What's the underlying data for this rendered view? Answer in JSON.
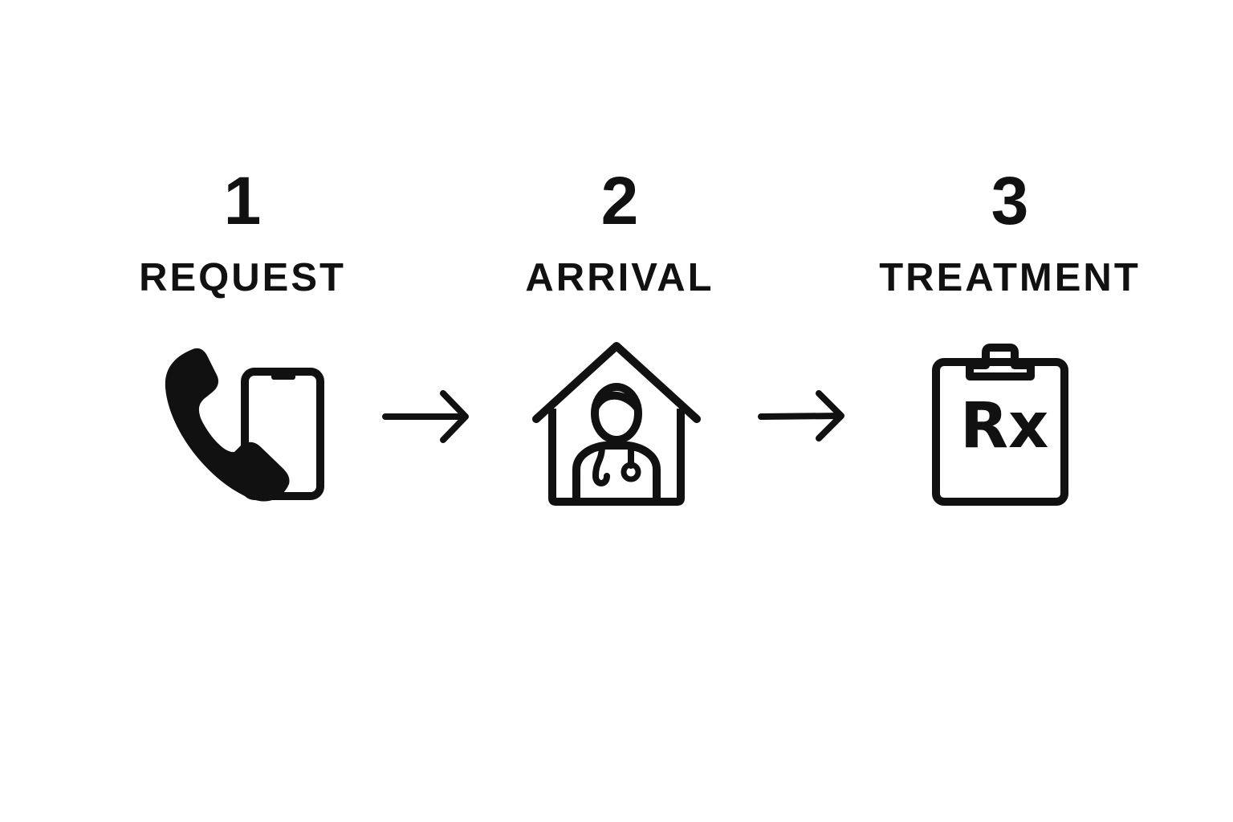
{
  "steps": [
    {
      "number": "1",
      "label": "REQUEST",
      "icon": "phone-smartphone-icon"
    },
    {
      "number": "2",
      "label": "ARRIVAL",
      "icon": "house-doctor-icon"
    },
    {
      "number": "3",
      "label": "TREATMENT",
      "icon": "clipboard-rx-icon"
    }
  ],
  "rx_symbol": "Rx",
  "connectors": [
    "arrow-right-icon",
    "arrow-right-icon"
  ],
  "colors": {
    "ink": "#111111",
    "background": "#ffffff"
  }
}
